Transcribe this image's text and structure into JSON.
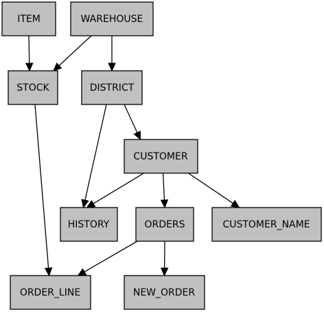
{
  "diagram": {
    "nodes": [
      {
        "id": "item",
        "label": "ITEM"
      },
      {
        "id": "warehouse",
        "label": "WAREHOUSE"
      },
      {
        "id": "stock",
        "label": "STOCK"
      },
      {
        "id": "district",
        "label": "DISTRICT"
      },
      {
        "id": "customer",
        "label": "CUSTOMER"
      },
      {
        "id": "history",
        "label": "HISTORY"
      },
      {
        "id": "orders",
        "label": "ORDERS"
      },
      {
        "id": "customer_name",
        "label": "CUSTOMER_NAME"
      },
      {
        "id": "order_line",
        "label": "ORDER_LINE"
      },
      {
        "id": "new_order",
        "label": "NEW_ORDER"
      }
    ],
    "edges": [
      {
        "from": "item",
        "to": "stock"
      },
      {
        "from": "warehouse",
        "to": "stock"
      },
      {
        "from": "warehouse",
        "to": "district"
      },
      {
        "from": "district",
        "to": "customer"
      },
      {
        "from": "district",
        "to": "history"
      },
      {
        "from": "stock",
        "to": "order_line"
      },
      {
        "from": "customer",
        "to": "history"
      },
      {
        "from": "customer",
        "to": "orders"
      },
      {
        "from": "customer",
        "to": "customer_name"
      },
      {
        "from": "orders",
        "to": "order_line"
      },
      {
        "from": "orders",
        "to": "new_order"
      }
    ],
    "colors": {
      "node_fill": "#c0c0c0",
      "stroke": "#000000"
    }
  }
}
